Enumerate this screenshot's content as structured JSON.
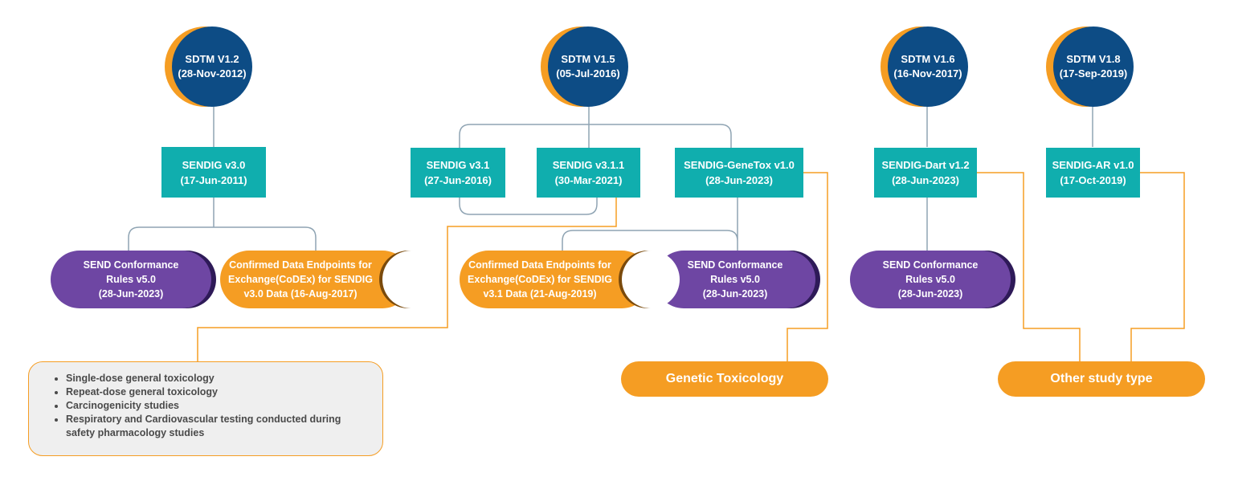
{
  "sdtm": [
    {
      "version": "SDTM V1.2",
      "date": "(28-Nov-2012)"
    },
    {
      "version": "SDTM V1.5",
      "date": "(05-Jul-2016)"
    },
    {
      "version": "SDTM V1.6",
      "date": "(16-Nov-2017)"
    },
    {
      "version": "SDTM V1.8",
      "date": "(17-Sep-2019)"
    }
  ],
  "sendig": [
    {
      "name": "SENDIG v3.0",
      "date": "(17-Jun-2011)"
    },
    {
      "name": "SENDIG v3.1",
      "date": "(27-Jun-2016)"
    },
    {
      "name": "SENDIG v3.1.1",
      "date": "(30-Mar-2021)"
    },
    {
      "name": "SENDIG-GeneTox v1.0",
      "date": "(28-Jun-2023)"
    },
    {
      "name": "SENDIG-Dart v1.2",
      "date": "(28-Jun-2023)"
    },
    {
      "name": "SENDIG-AR v1.0",
      "date": "(17-Oct-2019)"
    }
  ],
  "conformance": [
    {
      "line1": "SEND Conformance",
      "line2": "Rules v5.0",
      "line3": "(28-Jun-2023)"
    },
    {
      "line1": "SEND Conformance",
      "line2": "Rules v5.0",
      "line3": "(28-Jun-2023)"
    },
    {
      "line1": "SEND Conformance",
      "line2": "Rules v5.0",
      "line3": "(28-Jun-2023)"
    }
  ],
  "codex": [
    {
      "line1": "Confirmed Data Endpoints for",
      "line2": "Exchange(CoDEx) for SENDIG",
      "line3": "v3.0 Data (16-Aug-2017)"
    },
    {
      "line1": "Confirmed Data Endpoints for",
      "line2": "Exchange(CoDEx) for SENDIG",
      "line3": "v3.1 Data (21-Aug-2019)"
    }
  ],
  "study_types": {
    "genetic": "Genetic Toxicology",
    "other": "Other study type"
  },
  "study_list": [
    "Single-dose general toxicology",
    "Repeat-dose general toxicology",
    "Carcinogenicity studies",
    "Respiratory and Cardiovascular testing conducted during safety pharmacology studies"
  ],
  "colors": {
    "navy": "#0d4c85",
    "teal": "#10aeae",
    "purple": "#6e46a3",
    "orange": "#f59d23",
    "connector_gray": "#8fa4b3"
  }
}
